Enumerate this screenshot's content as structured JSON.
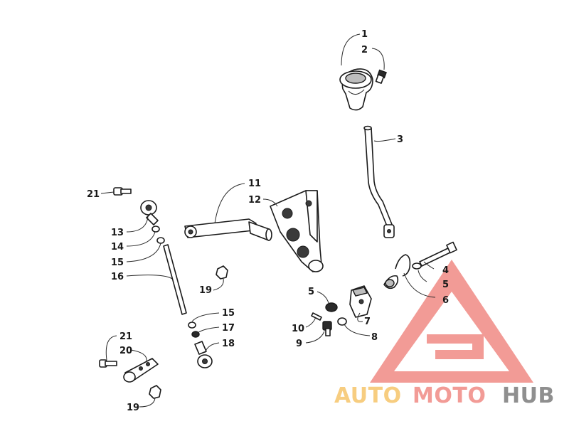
{
  "callouts": {
    "c1": "1",
    "c2": "2",
    "c3": "3",
    "c4": "4",
    "c5a": "5",
    "c5b": "5",
    "c6": "6",
    "c7": "7",
    "c8": "8",
    "c9": "9",
    "c10": "10",
    "c11": "11",
    "c12": "12",
    "c13": "13",
    "c14": "14",
    "c15a": "15",
    "c15b": "15",
    "c16": "16",
    "c17": "17",
    "c18": "18",
    "c19a": "19",
    "c19b": "19",
    "c20": "20",
    "c21a": "21",
    "c21b": "21"
  },
  "watermark": {
    "word_auto": "AUTO",
    "word_moto": "MOTO",
    "word_hub": "HUB",
    "colors": {
      "auto": "#f6c56a",
      "moto": "#f08a84",
      "hub": "#7c7c7c",
      "triangle": "#f08a84"
    }
  }
}
